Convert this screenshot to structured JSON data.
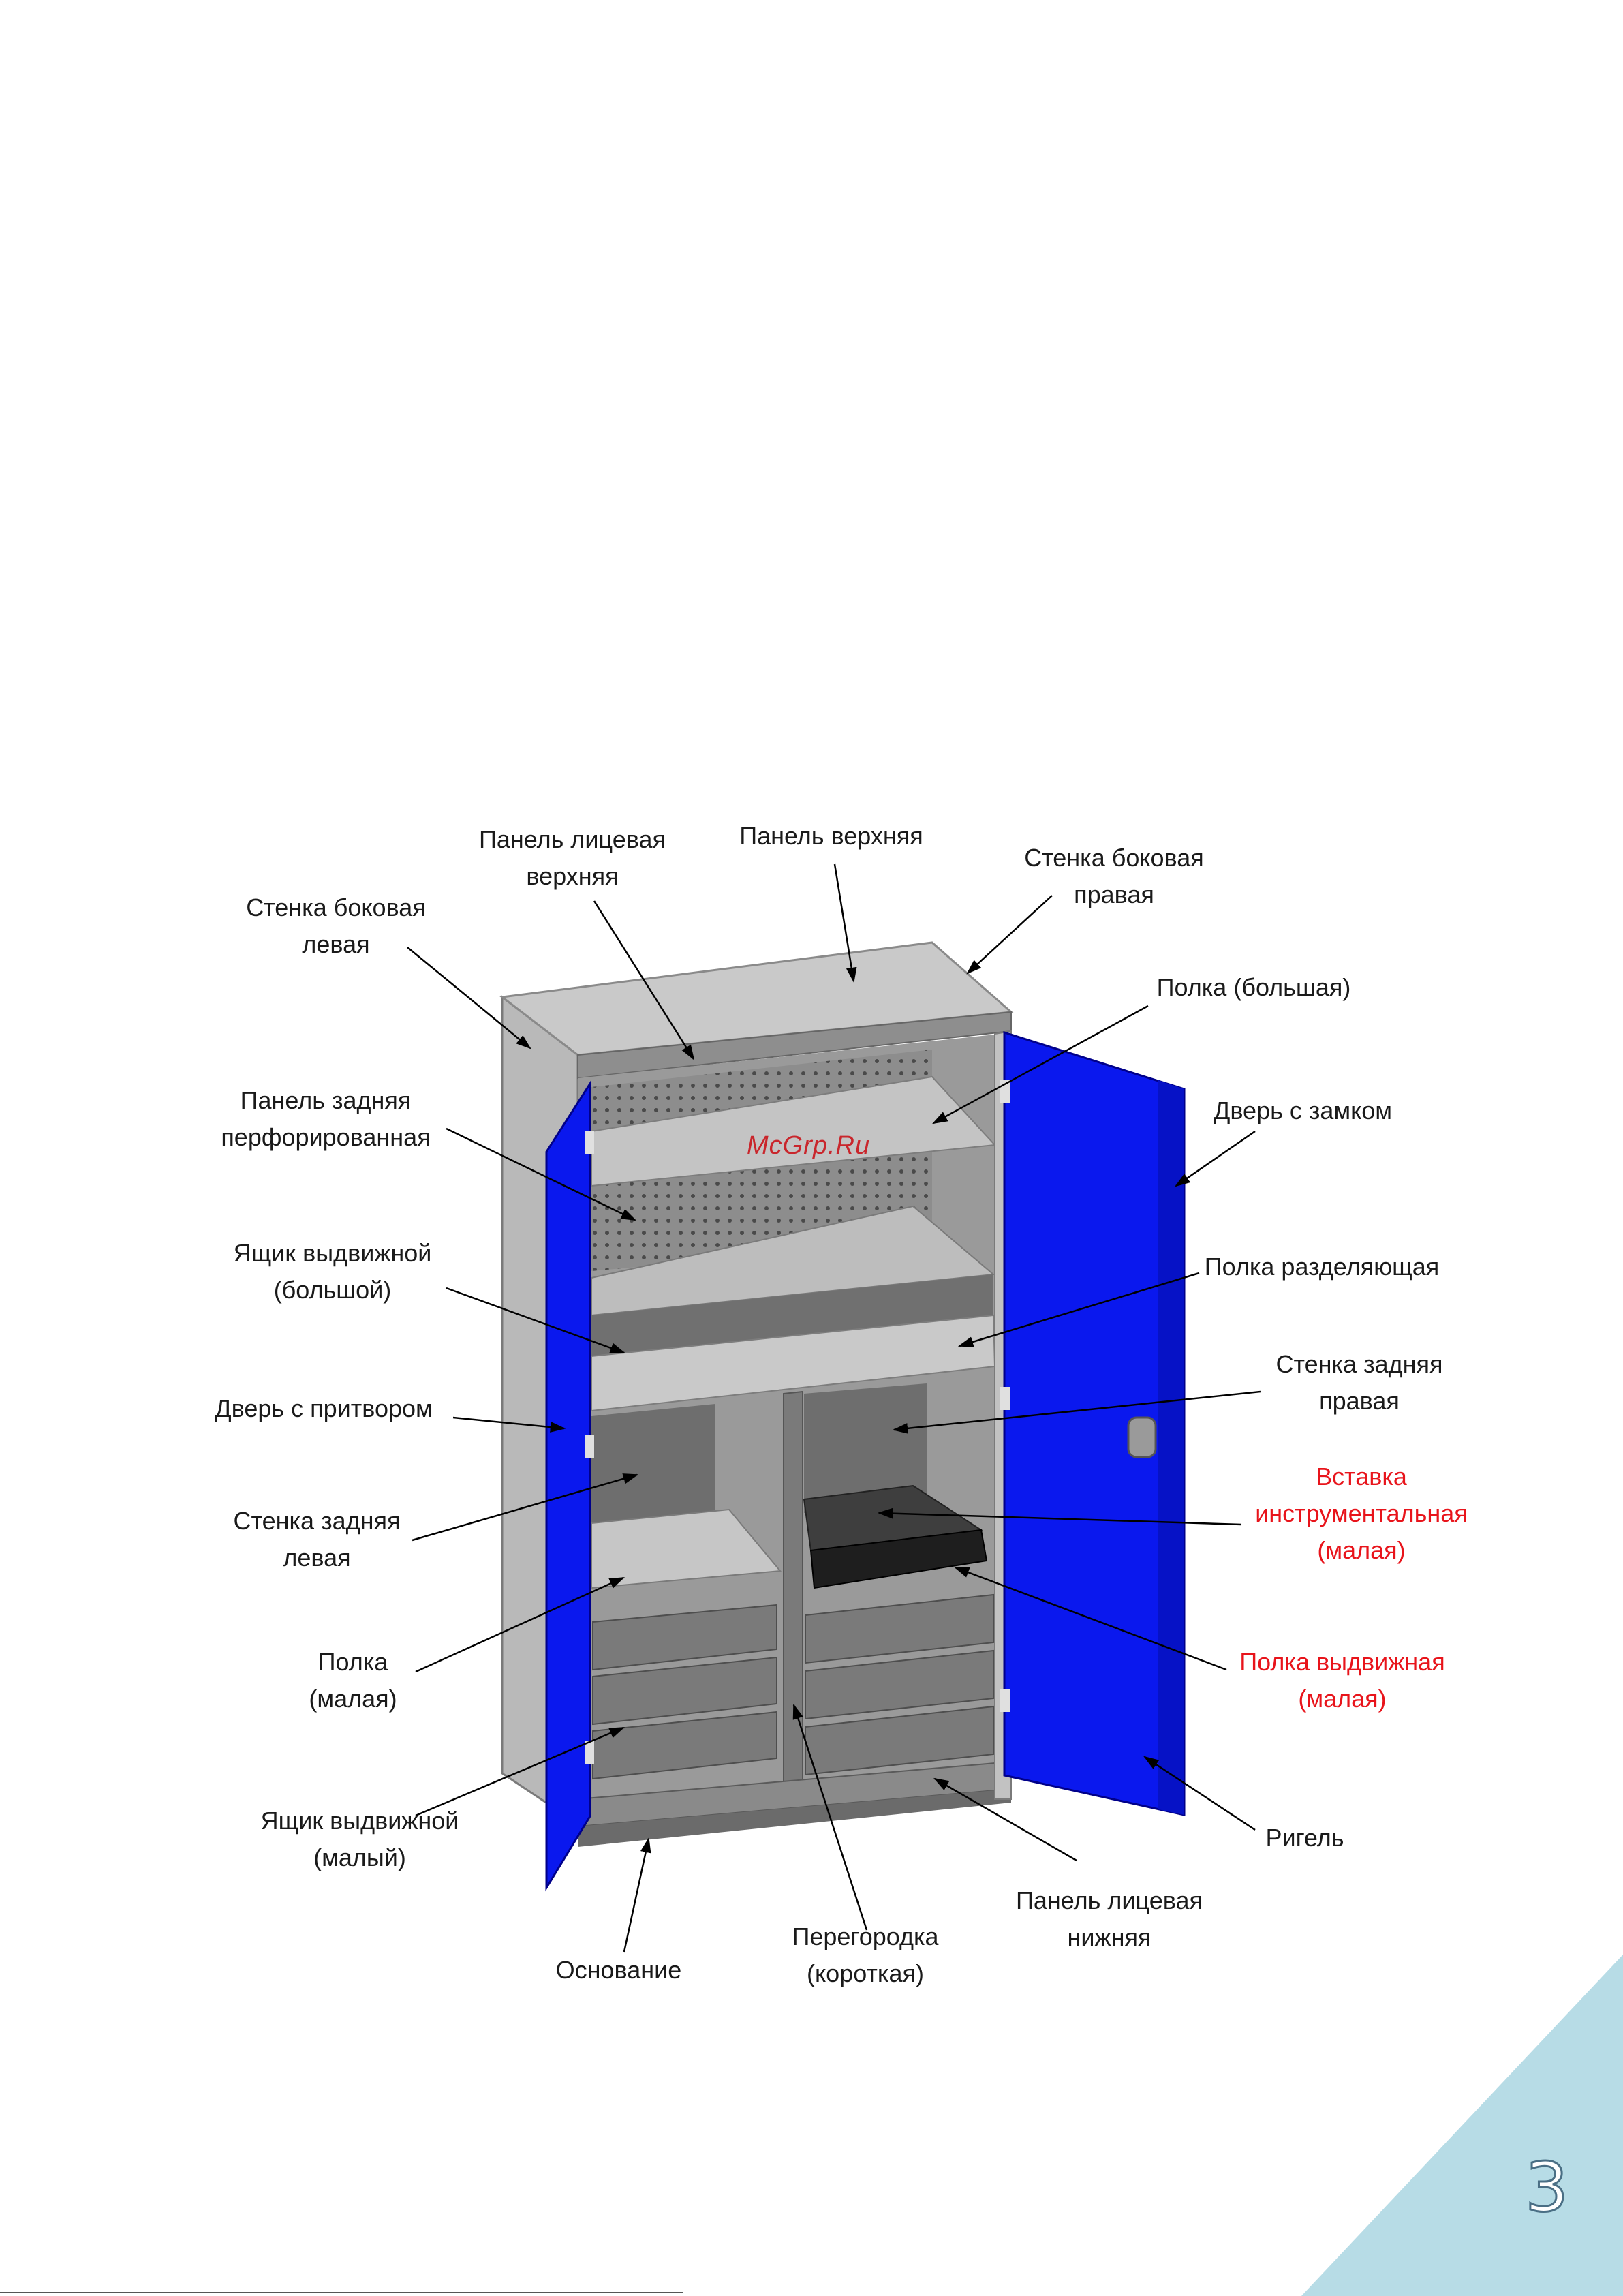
{
  "labels": {
    "top_panel": [
      "Панель верхняя"
    ],
    "front_top_panel": [
      "Панель лицевая",
      "верхняя"
    ],
    "side_wall_left": [
      "Стенка боковая",
      "левая"
    ],
    "side_wall_right": [
      "Стенка боковая",
      "правая"
    ],
    "shelf_large": [
      "Полка (большая)"
    ],
    "back_panel_perforated": [
      "Панель задняя",
      "перфорированная"
    ],
    "door_with_lock": [
      "Дверь с замком"
    ],
    "drawer_large": [
      "Ящик выдвижной",
      "(большой)"
    ],
    "shelf_dividing": [
      "Полка разделяющая"
    ],
    "back_wall_right": [
      "Стенка задняя",
      "правая"
    ],
    "door_with_rebate": [
      "Дверь с притвором"
    ],
    "back_wall_left": [
      "Стенка задняя",
      "левая"
    ],
    "tool_insert_small": [
      "Вставка",
      "инструментальная",
      "(малая)"
    ],
    "shelf_small": [
      "Полка",
      "(малая)"
    ],
    "pullout_shelf_small": [
      "Полка выдвижная",
      "(малая)"
    ],
    "drawer_small": [
      "Ящик выдвижной",
      "(малый)"
    ],
    "bolt": [
      "Ригель"
    ],
    "front_bottom_panel": [
      "Панель лицевая",
      "нижняя"
    ],
    "base": [
      "Основание"
    ],
    "partition_short": [
      "Перегородка",
      "(короткая)"
    ]
  },
  "watermark": "McGrp.Ru",
  "page_number": "3",
  "colors": {
    "door_blue": "#0a18ee",
    "cabinet_gray": "#b8b8b8",
    "highlight_red": "#e8141b",
    "corner_triangle": "#b7dce6"
  }
}
